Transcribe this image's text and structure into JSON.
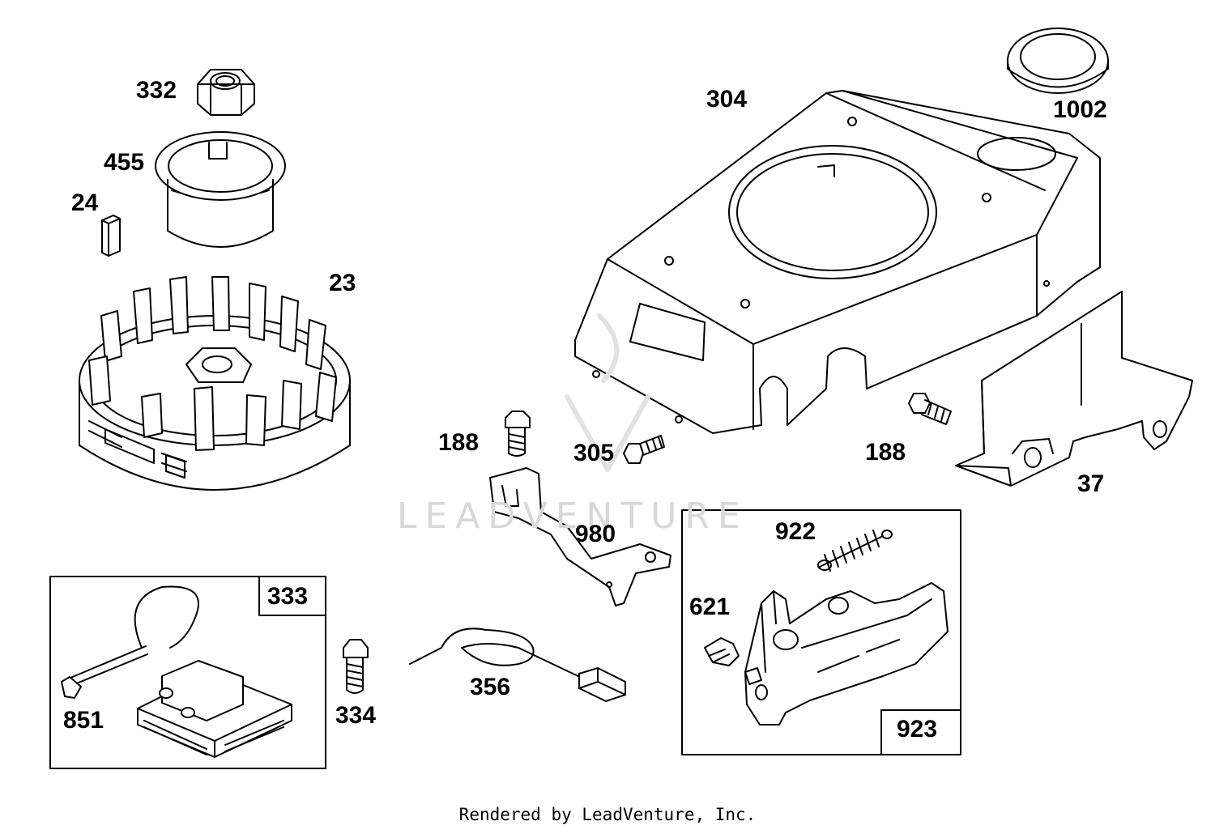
{
  "diagram": {
    "parts": [
      {
        "id": "332",
        "label": "332"
      },
      {
        "id": "455",
        "label": "455"
      },
      {
        "id": "24",
        "label": "24"
      },
      {
        "id": "23",
        "label": "23"
      },
      {
        "id": "304",
        "label": "304"
      },
      {
        "id": "1002",
        "label": "1002"
      },
      {
        "id": "188a",
        "label": "188"
      },
      {
        "id": "305",
        "label": "305"
      },
      {
        "id": "188b",
        "label": "188"
      },
      {
        "id": "37",
        "label": "37"
      },
      {
        "id": "980",
        "label": "980"
      },
      {
        "id": "922",
        "label": "922"
      },
      {
        "id": "621",
        "label": "621"
      },
      {
        "id": "923",
        "label": "923"
      },
      {
        "id": "333",
        "label": "333"
      },
      {
        "id": "851",
        "label": "851"
      },
      {
        "id": "334",
        "label": "334"
      },
      {
        "id": "356",
        "label": "356"
      }
    ],
    "watermark": "LEADVENTURE",
    "footer": "Rendered by LeadVenture, Inc."
  }
}
